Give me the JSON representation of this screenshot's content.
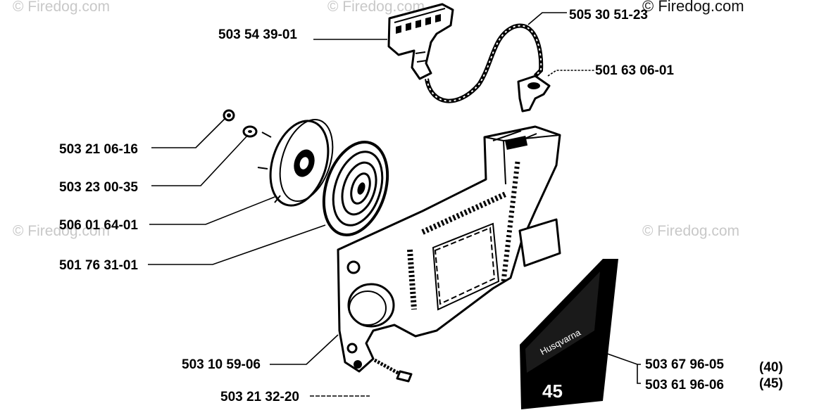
{
  "watermarks": {
    "top_left": "© Firedog.com",
    "top_center": "© Firedog.com",
    "top_right": "© Firedog.com",
    "mid_left": "© Firedog.com",
    "mid_right": "© Firedog.com"
  },
  "parts": {
    "handle": "503 54 39-01",
    "cord": "505 30 51-23",
    "cord_guide": "501 63 06-01",
    "nut": "503 21 06-16",
    "washer": "503 23 00-35",
    "pulley": "506 01 64-01",
    "spring": "501 76 31-01",
    "housing": "503 10 59-06",
    "screw": "503 21 32-20",
    "decal_40": "503 67 96-05",
    "decal_45": "503 61 96-06"
  },
  "models": {
    "decal_40": "(40)",
    "decal_45": "(45)"
  },
  "decal": {
    "text": "Husqvarna",
    "number": "45"
  },
  "colors": {
    "ink": "#000000",
    "watermark": "#c8c8c8",
    "background": "#ffffff"
  }
}
